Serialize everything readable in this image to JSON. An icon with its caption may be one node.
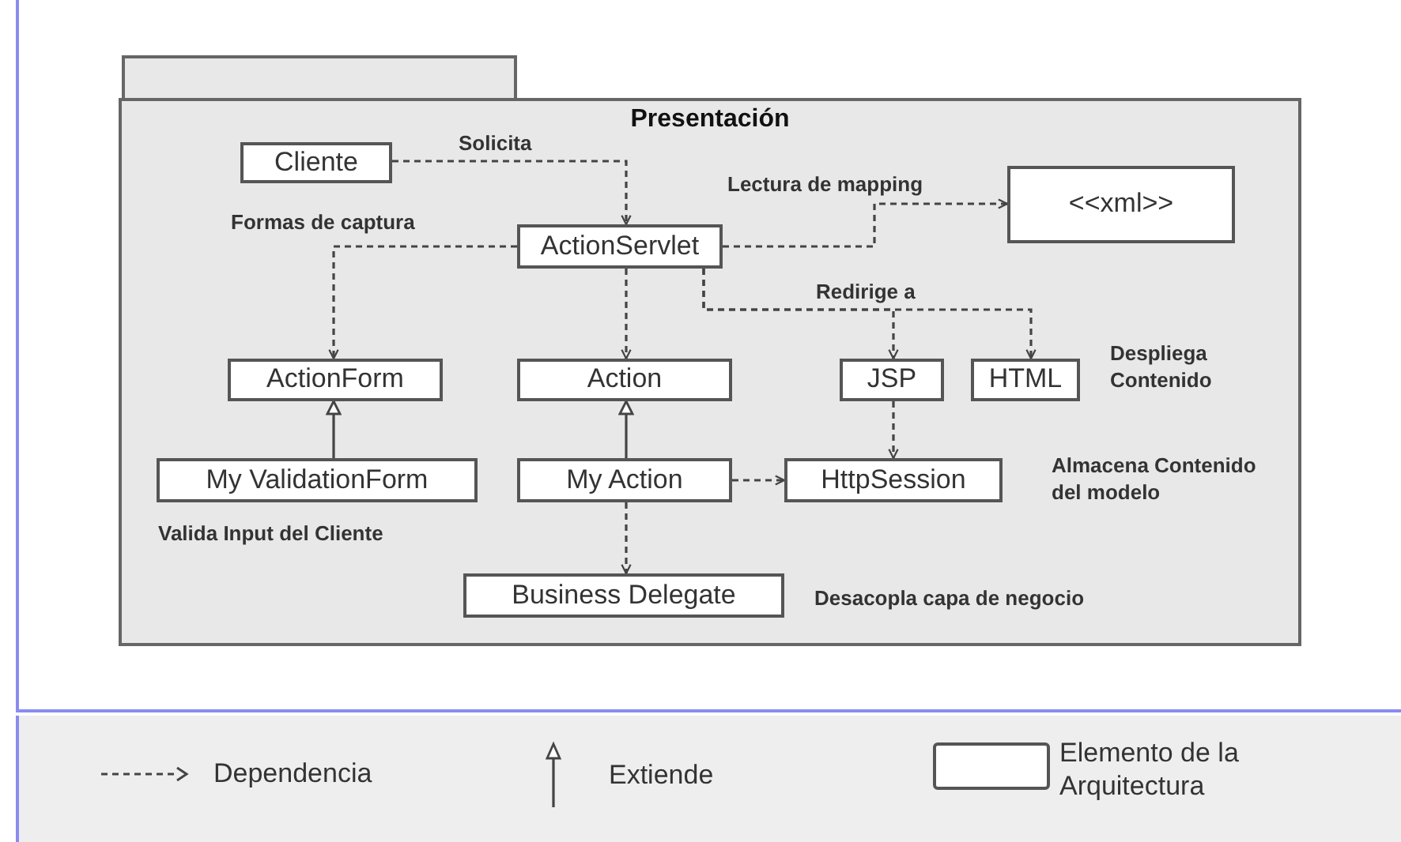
{
  "diagram": {
    "nodes": [
      {
        "text": [
          "Presentación"
        ]
      },
      {
        "text": [
          "Cliente"
        ],
        "in": 0
      },
      {
        "text": [
          "ActionServlet"
        ],
        "in": 0
      },
      {
        "text": [
          "<<xml>>"
        ],
        "in": 0
      },
      {
        "text": [
          "ActionForm"
        ],
        "in": 0
      },
      {
        "text": [
          "Action"
        ],
        "in": 0
      },
      {
        "text": [
          "JSP"
        ],
        "in": 0
      },
      {
        "text": [
          "HTML"
        ],
        "in": 0,
        "beside": [
          "Despliega Contenido"
        ]
      },
      {
        "text": [
          "My ValidationForm"
        ],
        "in": 0,
        "beside": [
          "Valida Input del Cliente"
        ]
      },
      {
        "text": [
          "My Action"
        ],
        "in": 0
      },
      {
        "text": [
          "HttpSession"
        ],
        "in": 0,
        "beside": [
          "Almacena Contenido del modelo"
        ]
      },
      {
        "text": [
          "Business Delegate"
        ],
        "in": 0,
        "beside": [
          "Desacopla capa de negocio"
        ]
      }
    ],
    "edges": [
      {
        "from": 1,
        "to": 2,
        "arrow": "to",
        "style": "dashed",
        "label": "Solicita"
      },
      {
        "from": 2,
        "to": 4,
        "arrow": "to",
        "style": "dashed",
        "label": "Formas de captura"
      },
      {
        "from": 2,
        "to": 3,
        "arrow": "to",
        "style": "dashed",
        "label": "Lectura de mapping"
      },
      {
        "from": 2,
        "to": 5,
        "arrow": "to",
        "style": "dashed"
      },
      {
        "from": 2,
        "to": 6,
        "arrow": "to",
        "style": "dashed",
        "label": "Redirige a"
      },
      {
        "from": 2,
        "to": 7,
        "arrow": "to",
        "style": "dashed"
      },
      {
        "from": 8,
        "to": 4,
        "arrow": "to"
      },
      {
        "from": 9,
        "to": 5,
        "arrow": "to"
      },
      {
        "from": 9,
        "to": 10,
        "arrow": "to",
        "style": "dashed"
      },
      {
        "from": 6,
        "to": 10,
        "arrow": "to",
        "style": "dashed"
      },
      {
        "from": 9,
        "to": 11,
        "arrow": "to",
        "style": "dashed"
      }
    ],
    "legend": [
      {
        "text": "Dependencia"
      },
      {
        "text": "Extiende"
      },
      {
        "text": "Elemento de la Arquitectura"
      }
    ]
  }
}
